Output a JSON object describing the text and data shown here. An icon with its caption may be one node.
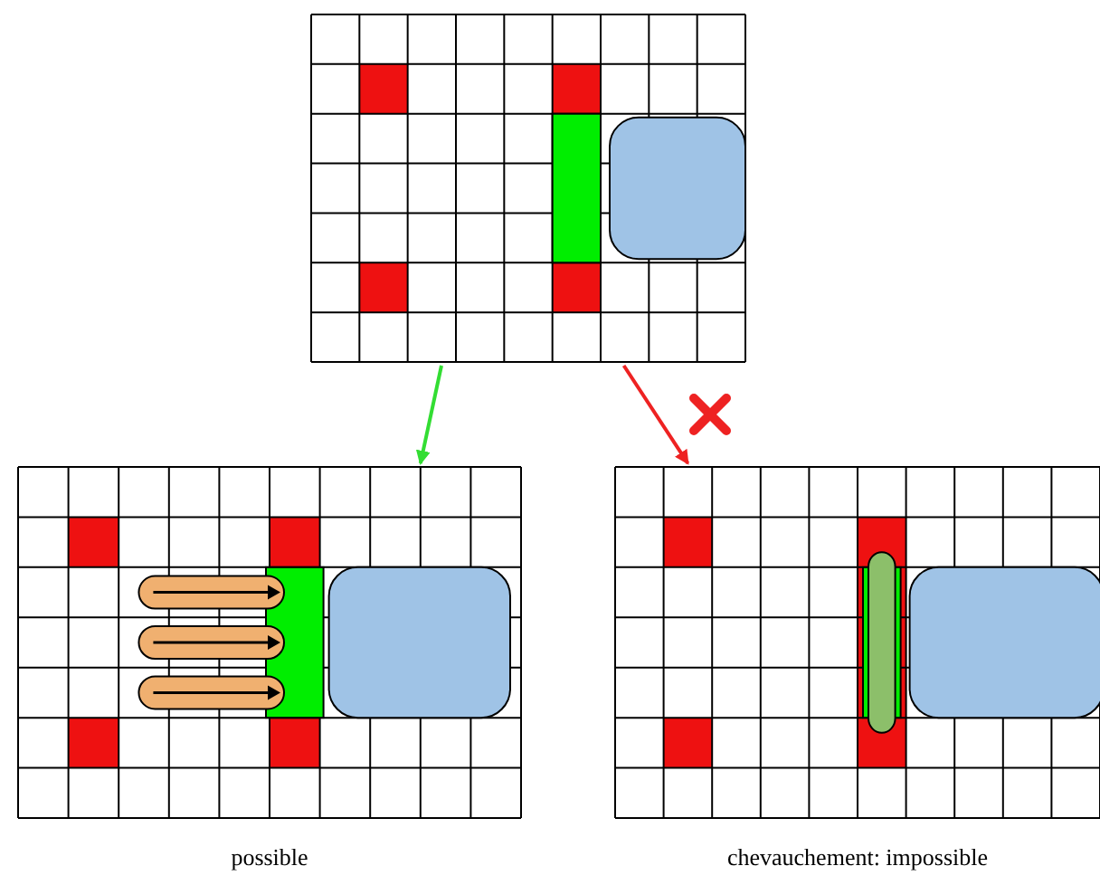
{
  "diagram": {
    "nodes": [
      {
        "text": [],
        "shape": "grid"
      },
      {
        "text": [
          "possible"
        ]
      },
      {
        "text": [
          "chevauchement: impossible"
        ]
      }
    ],
    "edges": [
      {
        "from": 0,
        "to": 1,
        "arrow": "to",
        "color": "#33dd33"
      },
      {
        "from": 0,
        "to": 2,
        "arrow": "to",
        "color": "#ee2222"
      }
    ]
  }
}
